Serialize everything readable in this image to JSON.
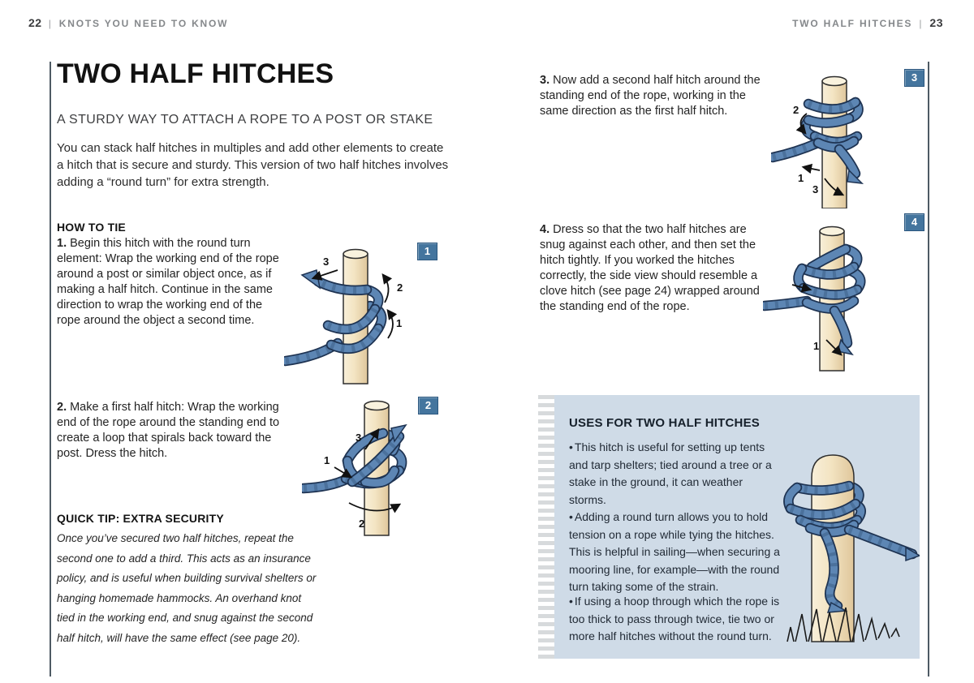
{
  "header": {
    "left": {
      "page_number": "22",
      "divider": "|",
      "title": "KNOTS YOU NEED TO KNOW"
    },
    "right": {
      "title": "TWO HALF HITCHES",
      "divider": "|",
      "page_number": "23"
    }
  },
  "left_page": {
    "title": "TWO HALF HITCHES",
    "subtitle": "A STURDY WAY TO ATTACH A ROPE TO A POST OR STAKE",
    "intro": "You can stack half hitches in multiples and add other elements to create a hitch that is secure and sturdy. This version of two half hitches involves adding a “round turn” for extra strength.",
    "how_to_tie_heading": "HOW TO TIE",
    "step1": {
      "label": "1.",
      "text": "Begin this hitch with the round turn element: Wrap the working end of the rope around a post or similar object once, as if making a half hitch. Continue in the same direction to wrap the working end of the rope around the object a second time."
    },
    "step2": {
      "label": "2.",
      "text": "Make a first half hitch: Wrap the working end of the rope around the standing end to create a loop that spirals back toward the post. Dress the hitch."
    },
    "quick_tip": {
      "heading": "QUICK TIP: EXTRA SECURITY",
      "body": "Once you’ve secured two half hitches, repeat the second one to add a third. This acts as an insurance policy, and is useful when building survival shelters or hanging homemade hammocks. An overhand knot tied in the working end, and snug against the second half hitch, will have the same effect (see page 20)."
    }
  },
  "right_page": {
    "step3": {
      "label": "3.",
      "text": "Now add a second half hitch around the standing end of the rope, working in the same direction as the first half hitch."
    },
    "step4": {
      "label": "4.",
      "text": "Dress so that the two half hitches are snug against each other, and then set the hitch tightly. If you worked the hitches correctly, the side view should resemble a clove hitch (see page 24) wrapped around the standing end of the rope."
    },
    "uses_box": {
      "heading": "USES FOR TWO HALF HITCHES",
      "bullets": [
        {
          "glyph": "•",
          "text": "This hitch is useful for setting up tents and tarp shelters; tied around a tree or a stake in the ground, it can weather storms."
        },
        {
          "glyph": "•",
          "text": "Adding a round turn allows you to hold tension on a rope while tying the hitches. This is helpful in sailing—when securing a mooring line, for example—with the round turn taking some of the strain."
        },
        {
          "glyph": "•",
          "text": "If using a hoop through which the rope is too thick to pass through twice, tie two or more half hitches without the round turn."
        }
      ]
    }
  },
  "figures": {
    "fig1": {
      "badge": "1",
      "labels": {
        "l1": "1",
        "l2": "2",
        "l3": "3"
      }
    },
    "fig2": {
      "badge": "2",
      "labels": {
        "l1": "1",
        "l2": "2",
        "l3": "3"
      }
    },
    "fig3": {
      "badge": "3",
      "labels": {
        "l1": "1",
        "l2": "2",
        "l3": "3"
      }
    },
    "fig4": {
      "badge": "4",
      "labels": {
        "l1": "1"
      }
    }
  },
  "colors": {
    "accent_blue": "#44759e",
    "rope_blue": "#5d86b4",
    "rope_outline": "#1e3352",
    "box_bg": "#cfdbe7",
    "rule": "#4e5a64"
  }
}
